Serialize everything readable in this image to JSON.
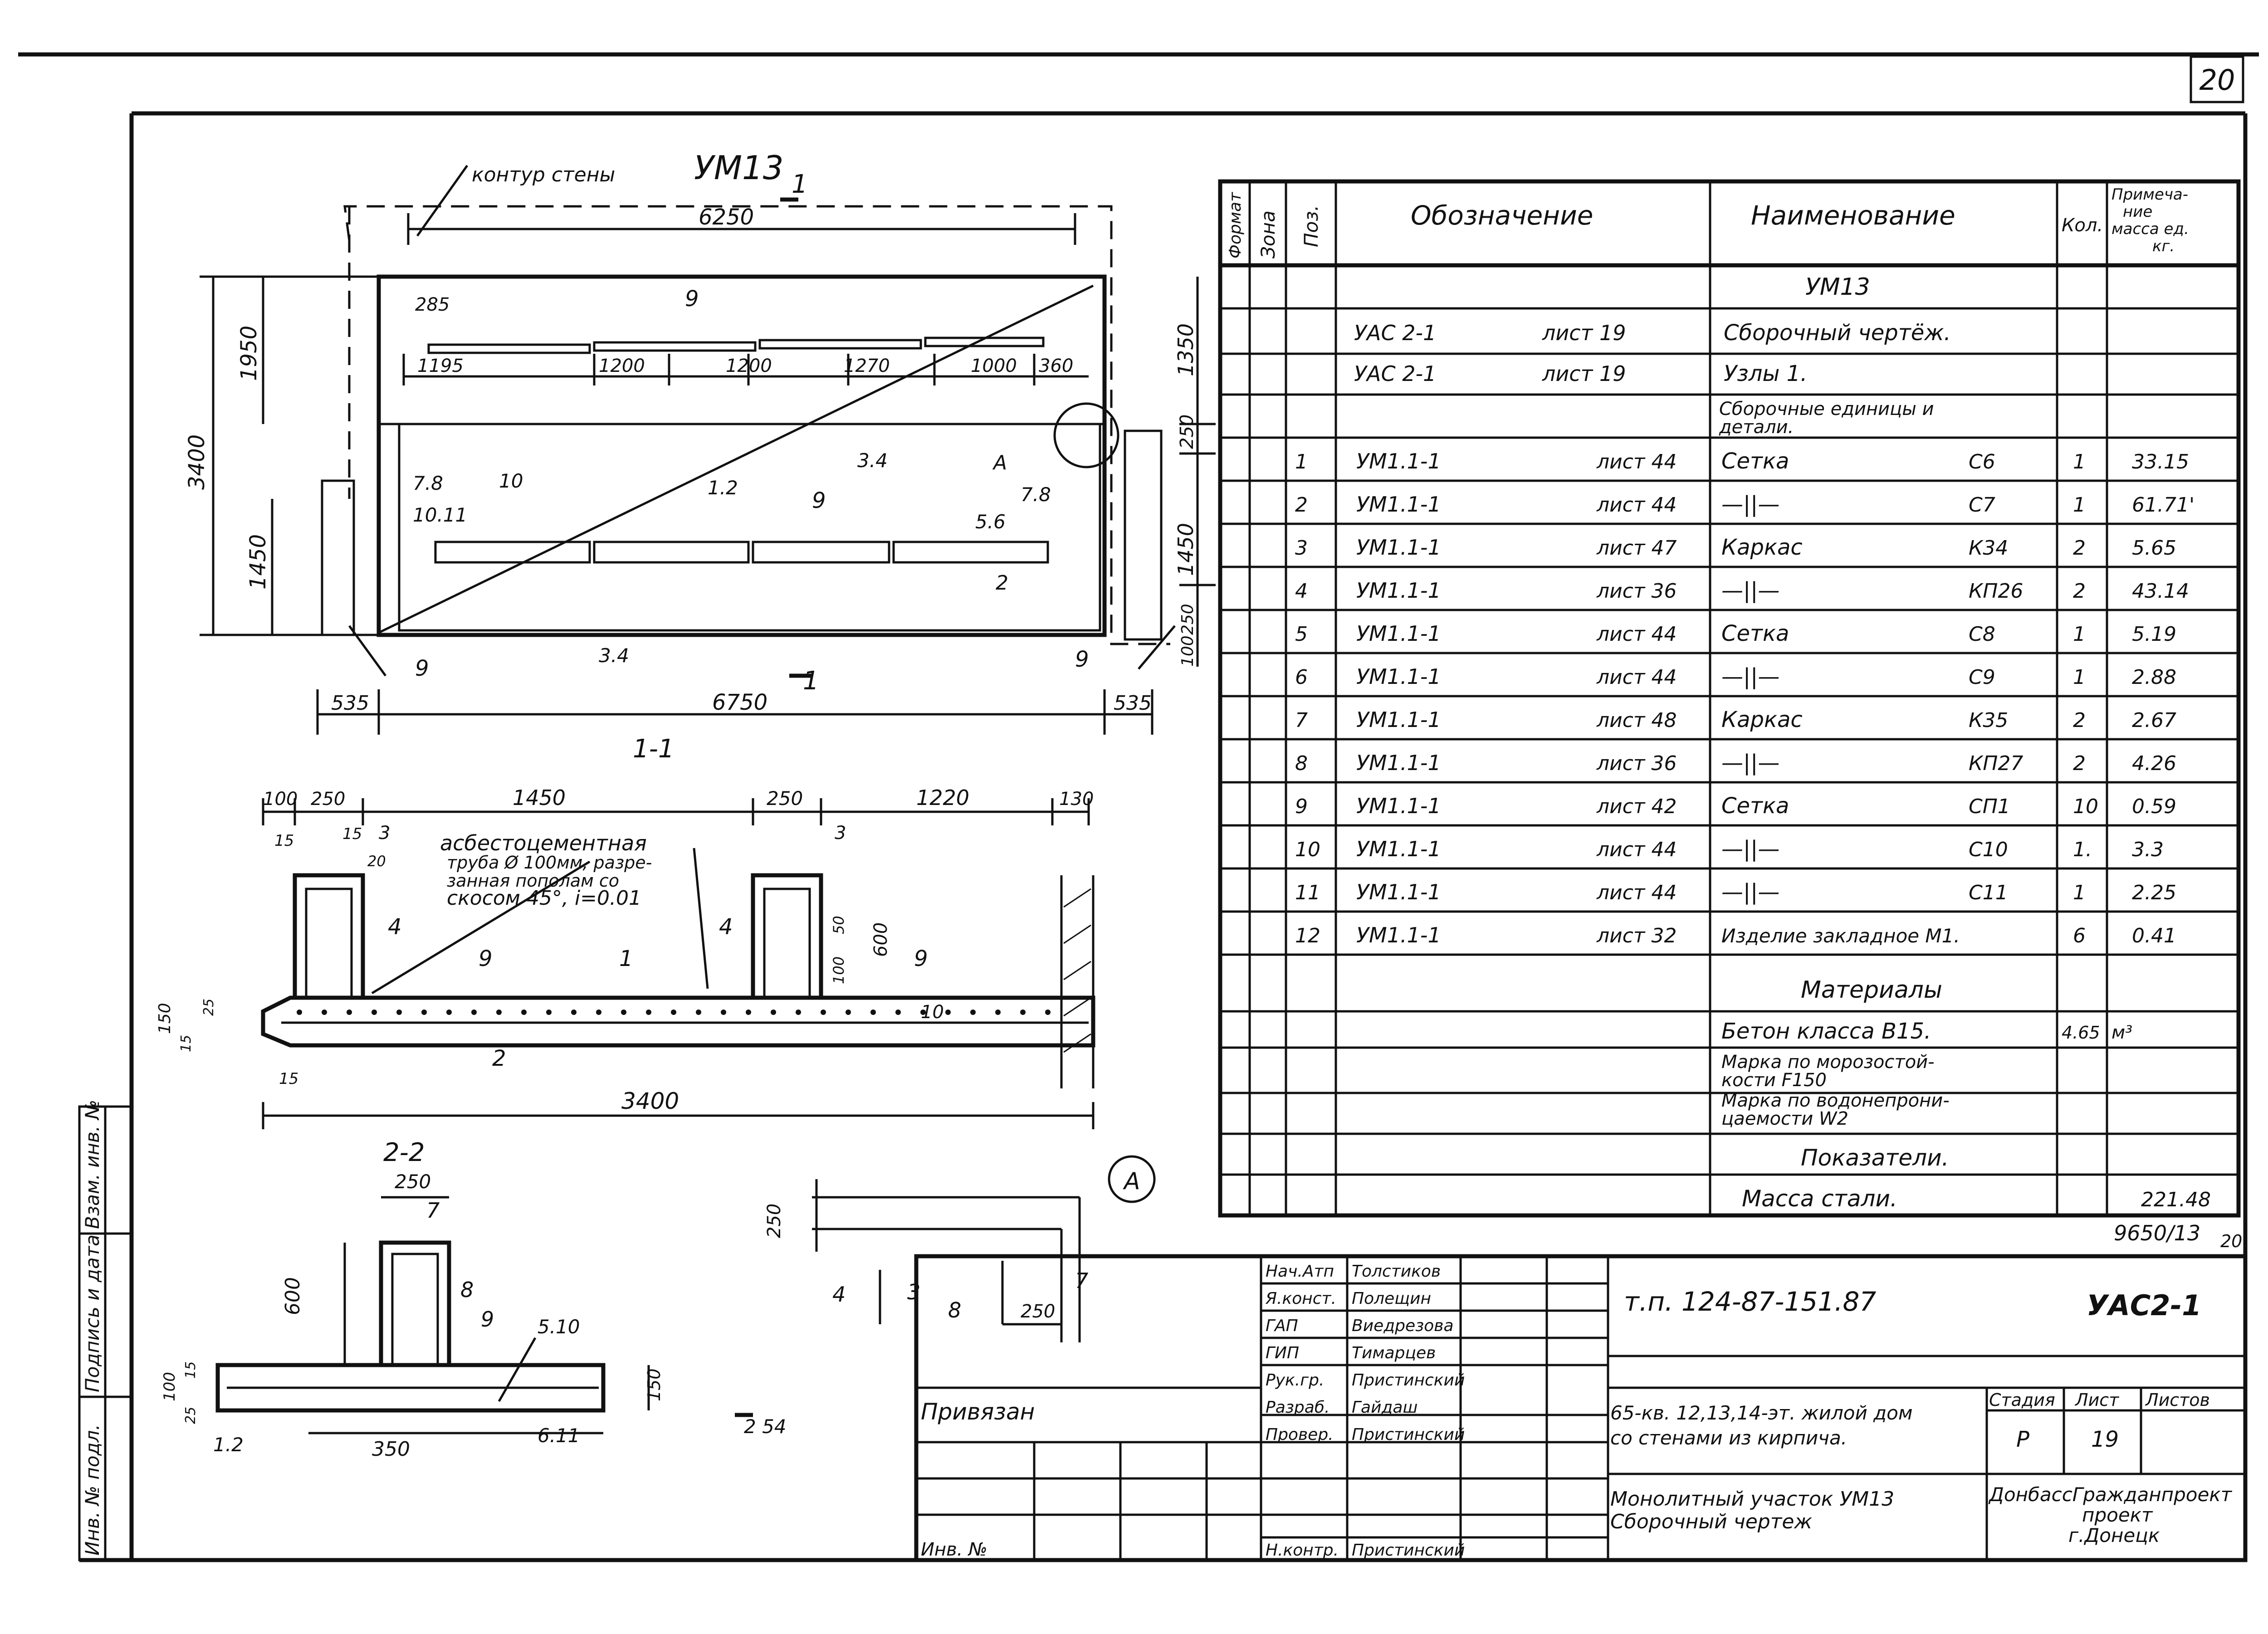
{
  "sheet_number": "20",
  "plan": {
    "title": "УМ13",
    "wall_contour_label": "контур стены",
    "section_mark": "1",
    "dims": {
      "top": "6250",
      "bottom": "6750",
      "left_total": "3400",
      "left_upper": "1950",
      "left_lower": "1450",
      "right_upper": "1350",
      "right_mid": "250",
      "right_lower": "1450",
      "right_bottom_a": "250",
      "right_bottom_b": "100",
      "edge_left": "535",
      "edge_right": "535",
      "grid": [
        "1195",
        "1200",
        "1200",
        "1270",
        "1000",
        "360"
      ],
      "offset": "285"
    },
    "labels": [
      "9",
      "9",
      "9",
      "9",
      "7.8",
      "10",
      "10.11",
      "1.2",
      "3.4",
      "3.4",
      "5.6",
      "7.8",
      "2",
      "А"
    ]
  },
  "section_1_1": {
    "title": "1-1",
    "pipe_note_1": "асбестоцементная",
    "pipe_note_2": "труба Ø 100мм, разре-",
    "pipe_note_3": "занная пополам со",
    "pipe_note_4": "скосом 45°, i=0.01",
    "dims": {
      "d100": "100",
      "d250a": "250",
      "d1450": "1450",
      "d250b": "250",
      "d1220": "1220",
      "d130": "130",
      "d15a": "15",
      "d15b": "15",
      "d3a": "3",
      "d3b": "3",
      "d20": "20",
      "d150": "150",
      "d15c": "15",
      "d25": "25",
      "d600": "600",
      "d100b": "100",
      "d50": "50",
      "d3400": "3400",
      "d15d": "15"
    },
    "labels": [
      "4",
      "4",
      "9",
      "1",
      "9",
      "10",
      "2"
    ]
  },
  "section_2_2": {
    "title": "2-2",
    "dims": {
      "d250": "250",
      "d600": "600",
      "d150": "150",
      "d100": "100",
      "d25": "25",
      "d15": "15",
      "d350": "350"
    },
    "labels": [
      "7",
      "8",
      "9",
      "5.10",
      "6.11",
      "1.2"
    ],
    "arrow_note": "2 54"
  },
  "node_a": {
    "marker": "А",
    "dims": {
      "d250a": "250",
      "d250b": "250"
    },
    "labels": [
      "4",
      "3",
      "8",
      "7"
    ]
  },
  "spec_table": {
    "headers": {
      "format": "Формат",
      "zone": "Зона",
      "pos": "Поз.",
      "designation": "Обозначение",
      "name": "Наименование",
      "qty": "Кол.",
      "note_1": "Примеча-",
      "note_2": "ние",
      "note_3": "масса ед.",
      "note_4": "кг."
    },
    "group_title": "УМ13",
    "doc_rows": [
      {
        "des": "УАС 2-1",
        "sheet": "лист 19",
        "name": "Сборочный чертёж."
      },
      {
        "des": "УАС 2-1",
        "sheet": "лист 19",
        "name": "Узлы 1."
      }
    ],
    "units_title_1": "Сборочные единицы и",
    "units_title_2": "детали.",
    "rows": [
      {
        "pos": "1",
        "des": "УМ1.1-1",
        "sheet": "лист 44",
        "name": "Сетка",
        "mark": "С6",
        "qty": "1",
        "mass": "33.15"
      },
      {
        "pos": "2",
        "des": "УМ1.1-1",
        "sheet": "лист 44",
        "name": "—||—",
        "mark": "С7",
        "qty": "1",
        "mass": "61.71'"
      },
      {
        "pos": "3",
        "des": "УМ1.1-1",
        "sheet": "лист 47",
        "name": "Каркас",
        "mark": "К34",
        "qty": "2",
        "mass": "5.65"
      },
      {
        "pos": "4",
        "des": "УМ1.1-1",
        "sheet": "лист 36",
        "name": "—||—",
        "mark": "КП26",
        "qty": "2",
        "mass": "43.14"
      },
      {
        "pos": "5",
        "des": "УМ1.1-1",
        "sheet": "лист 44",
        "name": "Сетка",
        "mark": "С8",
        "qty": "1",
        "mass": "5.19"
      },
      {
        "pos": "6",
        "des": "УМ1.1-1",
        "sheet": "лист 44",
        "name": "—||—",
        "mark": "С9",
        "qty": "1",
        "mass": "2.88"
      },
      {
        "pos": "7",
        "des": "УМ1.1-1",
        "sheet": "лист 48",
        "name": "Каркас",
        "mark": "К35",
        "qty": "2",
        "mass": "2.67"
      },
      {
        "pos": "8",
        "des": "УМ1.1-1",
        "sheet": "лист 36",
        "name": "—||—",
        "mark": "КП27",
        "qty": "2",
        "mass": "4.26"
      },
      {
        "pos": "9",
        "des": "УМ1.1-1",
        "sheet": "лист 42",
        "name": "Сетка",
        "mark": "СП1",
        "qty": "10",
        "mass": "0.59"
      },
      {
        "pos": "10",
        "des": "УМ1.1-1",
        "sheet": "лист 44",
        "name": "—||—",
        "mark": "С10",
        "qty": "1.",
        "mass": "3.3"
      },
      {
        "pos": "11",
        "des": "УМ1.1-1",
        "sheet": "лист 44",
        "name": "—||—",
        "mark": "С11",
        "qty": "1",
        "mass": "2.25"
      },
      {
        "pos": "12",
        "des": "УМ1.1-1",
        "sheet": "лист 32",
        "name": "Изделие закладное М1.",
        "mark": "",
        "qty": "6",
        "mass": "0.41"
      }
    ],
    "materials_title": "Материалы",
    "concrete": "Бетон класса В15.",
    "concrete_qty": "4.65",
    "concrete_unit": "м³",
    "frost_1": "Марка по морозостой-",
    "frost_2": "кости F150",
    "water_1": "Марка по водонепрони-",
    "water_2": "цаемости W2",
    "indicators_title": "Показатели.",
    "steel_mass": "Масса стали.",
    "steel_mass_value": "221.48"
  },
  "doc_code": "9650/13",
  "doc_code_sheet": "20",
  "title_block": {
    "roles": [
      "Нач.Атп",
      "Я.конст.",
      "ГАП",
      "ГИП",
      "Рук.гр.",
      "Разраб.",
      "Провер."
    ],
    "names": [
      "Толстиков",
      "Полещин",
      "Виедрезова",
      "Тимарцев",
      "Пристинский",
      "Гайдаш",
      "Пристинский"
    ],
    "norm_control_role": "Н.контр.",
    "norm_control_name": "Пристинский",
    "project_code": "т.п. 124-87-151.87",
    "sheet_code": "УАС2-1",
    "building_1": "65-кв. 12,13,14-эт. жилой дом",
    "building_2": "со стенами из кирпича.",
    "stage_label": "Стадия",
    "sheet_label": "Лист",
    "sheets_label": "Листов",
    "stage": "Р",
    "sheet": "19",
    "drawing_1": "Монолитный участок УМ13",
    "drawing_2": "Сборочный чертеж",
    "org_1": "ДонбассГражданпроект",
    "org_2": "проект",
    "org_3": "г.Донецк"
  },
  "binding_label": "Привязан",
  "inv_label": "Инв. №",
  "side_stamp": {
    "inv_sub": "Инв. № подл.",
    "sign_date": "Подпись и дата",
    "replace_inv": "Взам. инв. №"
  }
}
